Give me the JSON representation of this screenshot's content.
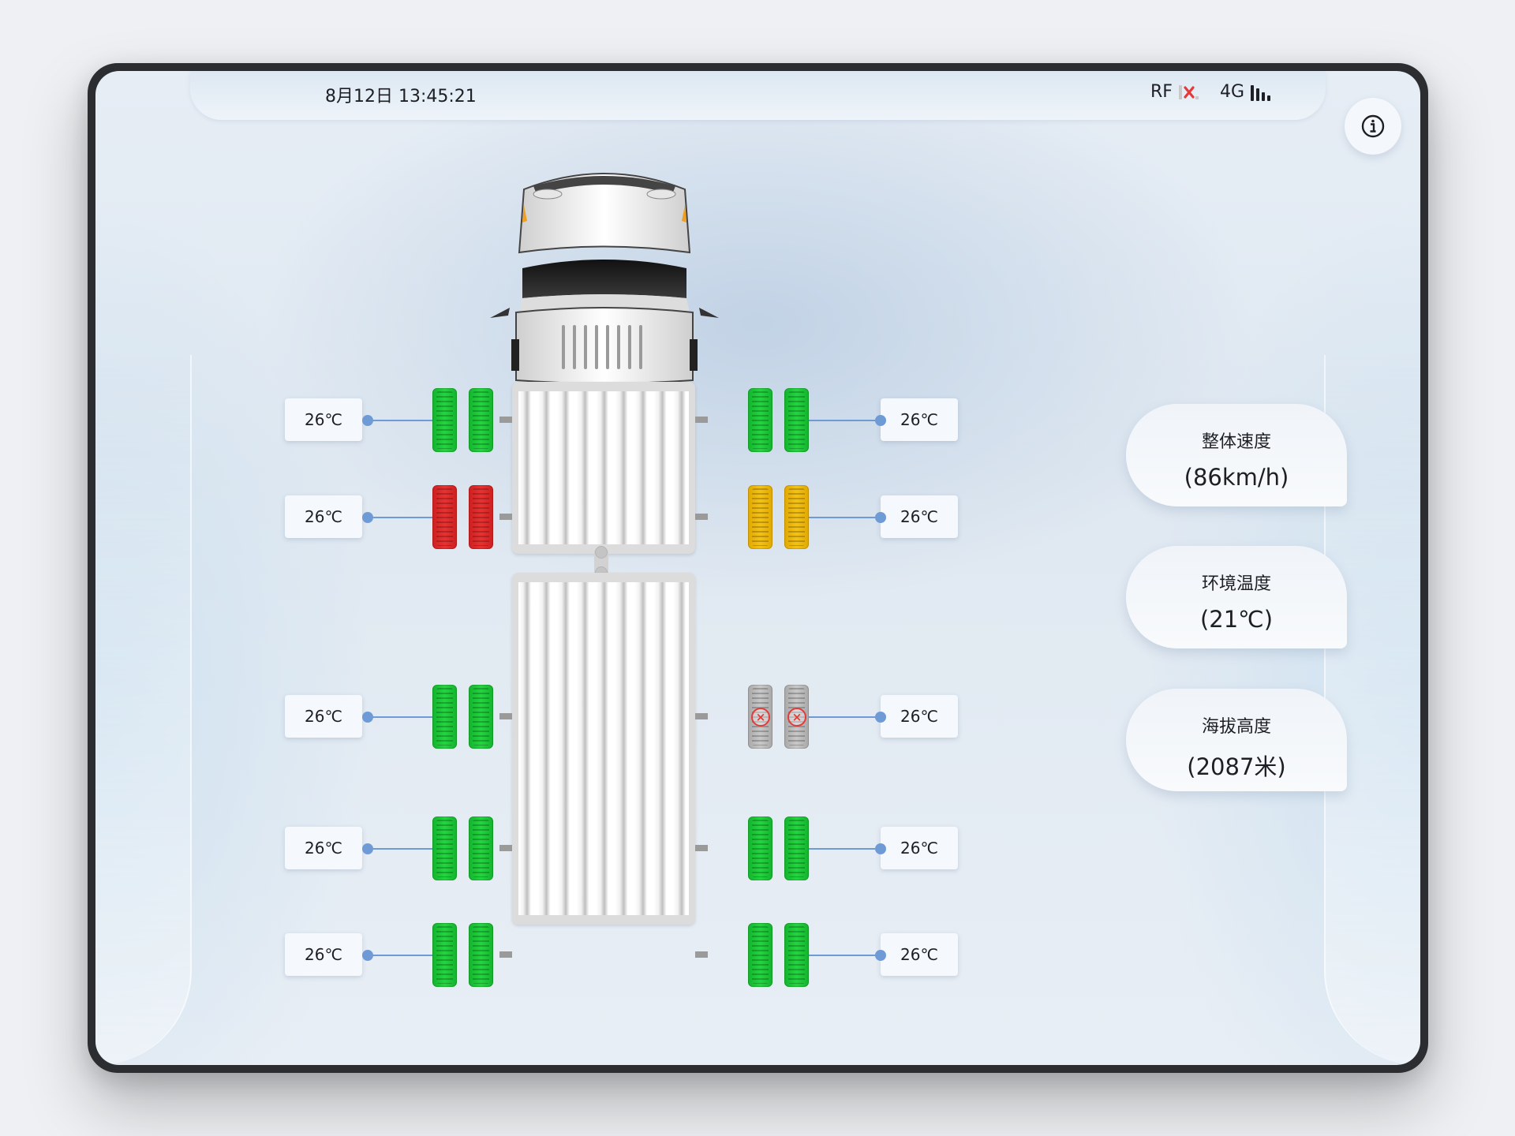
{
  "status": {
    "datetime": "8月12日 13:45:21",
    "rf_label": "RF",
    "network_label": "4G"
  },
  "tires": {
    "left": [
      {
        "temp": "26℃",
        "state": "normal"
      },
      {
        "temp": "26℃",
        "state": "alarm"
      },
      {
        "temp": "26℃",
        "state": "normal"
      },
      {
        "temp": "26℃",
        "state": "normal"
      },
      {
        "temp": "26℃",
        "state": "normal"
      }
    ],
    "right": [
      {
        "temp": "26℃",
        "state": "normal"
      },
      {
        "temp": "26℃",
        "state": "warning"
      },
      {
        "temp": "26℃",
        "state": "offline"
      },
      {
        "temp": "26℃",
        "state": "normal"
      },
      {
        "temp": "26℃",
        "state": "normal"
      }
    ]
  },
  "metrics": [
    {
      "label": "整体速度",
      "value": "(86km/h)"
    },
    {
      "label": "环境温度",
      "value": "(21℃)"
    },
    {
      "label": "海拔高度",
      "value": "(2087米)"
    }
  ],
  "colors": {
    "normal": "#24d440",
    "alarm": "#e83232",
    "warning": "#f4c216",
    "offline": "#c8c8c8",
    "connector": "#6e9bd6"
  },
  "icons": {
    "rf": "rf-signal-off-icon",
    "network": "cellular-signal-icon",
    "info": "info-icon"
  }
}
